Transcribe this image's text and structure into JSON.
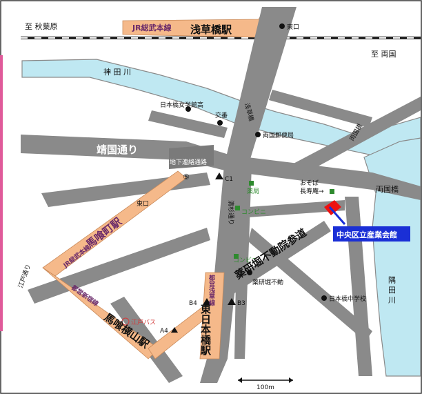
{
  "labels": {
    "to_akihabara": "至 秋葉原",
    "jr_sobu_line": "JR総武本線",
    "asakusabashi_station": "浅草橋駅",
    "east_exit": "東口",
    "to_ryogoku": "至 両国",
    "kanda_river": "神 田 川",
    "girls_school": "日本橋女学館高",
    "koban": "交番",
    "ryogoku_post": "両国郵便局",
    "yasukuni_street": "靖国通り",
    "underground_passage": "地下連絡通路",
    "exit_c1": "C1",
    "exit_5": "⑤",
    "ryogoku_bridge": "両国橋",
    "pharmacy": "薬局",
    "soba_name": "おそば",
    "soba_shop": "長寿庵→",
    "kiyosugi_street": "清杉通り",
    "convenience1": "コンビニ",
    "convenience2": "コンビニ",
    "yagenbori_street": "薬研堀不動院参道",
    "yagenbori_fudo": "薬研堀不動",
    "venue": "中央区立産業会館",
    "sumida_river": "隅 田 川",
    "junior_high": "日本橋中学校",
    "bakurocho_station": "馬喰町駅",
    "jr_sobu_line2": "JR総武本線",
    "east_exit2": "東口",
    "edo_street": "江戸通り",
    "toei_shinjuku_line": "都営新宿線",
    "edo_bus": "江戸バス",
    "bakuroyokoyama_station": "馬喰横山駅",
    "toei_asakusa_line": "都営浅草線",
    "higashinihonbashi_station": "東日本橋駅",
    "exit_b4": "B4",
    "exit_b3": "B3",
    "exit_a4": "A4",
    "scale": "100m",
    "asakusa_bashi_lbl": "浅草橋",
    "ryogoku_lbl": "両国橋"
  },
  "colors": {
    "road": "#8a8a8a",
    "river": "#bfe8f2",
    "rail_route": "#f5b98a",
    "venue_marker": "#ee1111",
    "venue_label_bg": "#1a2fd6",
    "border_pink": "#e05a9a"
  },
  "icons": {
    "post_office": "dot-icon",
    "school": "dot-icon",
    "exit_marker": "triangle-icon",
    "shop": "square-icon",
    "venue": "flag-icon",
    "scale": "scale-bar-icon"
  }
}
